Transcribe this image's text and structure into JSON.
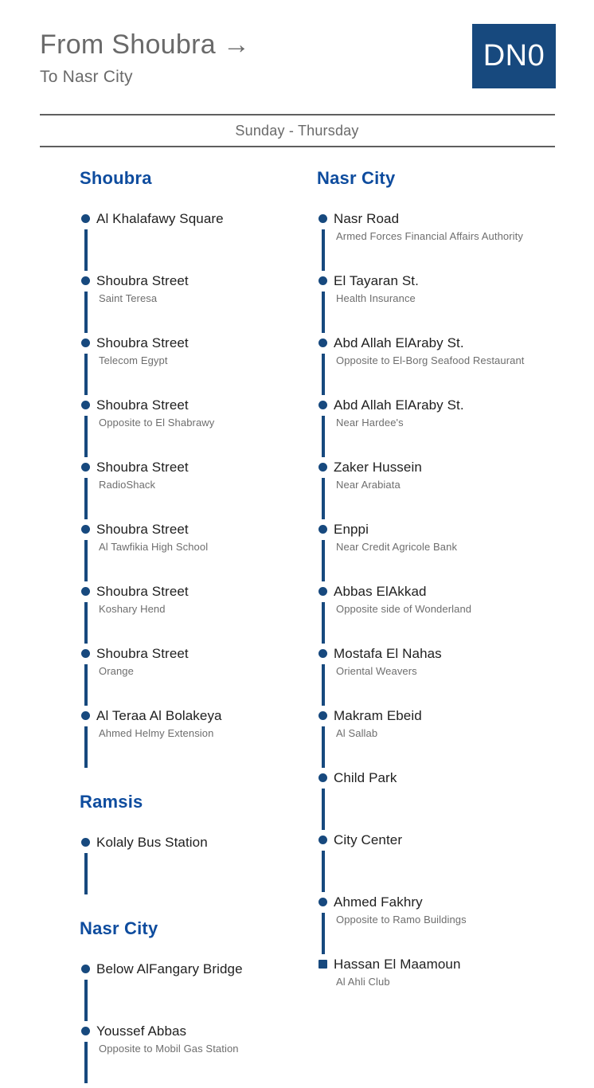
{
  "header": {
    "from_label": "From Shoubra",
    "arrow": "→",
    "to_label": "To Nasr City",
    "route_code": "DN0",
    "schedule": "Sunday - Thursday"
  },
  "colors": {
    "line_navy": "#17497E",
    "section_blue": "#0E4C9E",
    "header_gray": "#6A6A6A",
    "stop_title_ink": "#1F1F1F",
    "stop_detail_gray": "#6E6E6E",
    "divider_gray": "#5F5F5F",
    "badge_text": "#FFFFFF"
  },
  "columns": [
    {
      "side": "left",
      "sections": [
        {
          "title": "Shoubra",
          "stops": [
            {
              "name": "Al Khalafawy Square",
              "detail": "",
              "marker": "circle",
              "line_after": true
            },
            {
              "name": "Shoubra Street",
              "detail": "Saint Teresa",
              "marker": "circle",
              "line_after": true
            },
            {
              "name": "Shoubra Street",
              "detail": "Telecom Egypt",
              "marker": "circle",
              "line_after": true
            },
            {
              "name": "Shoubra Street",
              "detail": "Opposite to El Shabrawy",
              "marker": "circle",
              "line_after": true
            },
            {
              "name": "Shoubra Street",
              "detail": "RadioShack",
              "marker": "circle",
              "line_after": true
            },
            {
              "name": "Shoubra Street",
              "detail": "Al Tawfikia High School",
              "marker": "circle",
              "line_after": true
            },
            {
              "name": "Shoubra Street",
              "detail": "Koshary Hend",
              "marker": "circle",
              "line_after": true
            },
            {
              "name": "Shoubra Street",
              "detail": "Orange",
              "marker": "circle",
              "line_after": true
            },
            {
              "name": "Al Teraa Al Bolakeya",
              "detail": "Ahmed Helmy Extension",
              "marker": "circle",
              "line_after": true
            }
          ]
        },
        {
          "title": "Ramsis",
          "stops": [
            {
              "name": "Kolaly Bus Station",
              "detail": "",
              "marker": "circle",
              "line_after": true
            }
          ]
        },
        {
          "title": "Nasr City",
          "stops": [
            {
              "name": "Below AlFangary Bridge",
              "detail": "",
              "marker": "circle",
              "line_after": true
            },
            {
              "name": "Youssef Abbas",
              "detail": "Opposite to Mobil Gas Station",
              "marker": "circle",
              "line_after": true
            }
          ]
        }
      ]
    },
    {
      "side": "right",
      "sections": [
        {
          "title": "Nasr City",
          "stops": [
            {
              "name": "Nasr Road",
              "detail": "Armed Forces Financial Affairs Authority",
              "marker": "circle",
              "line_after": true
            },
            {
              "name": "El Tayaran St.",
              "detail": "Health Insurance",
              "marker": "circle",
              "line_after": true
            },
            {
              "name": "Abd Allah ElAraby St.",
              "detail": "Opposite to El-Borg Seafood Restaurant",
              "marker": "circle",
              "line_after": true
            },
            {
              "name": "Abd Allah ElAraby St.",
              "detail": "Near Hardee's",
              "marker": "circle",
              "line_after": true
            },
            {
              "name": "Zaker Hussein",
              "detail": "Near Arabiata",
              "marker": "circle",
              "line_after": true
            },
            {
              "name": "Enppi",
              "detail": "Near Credit Agricole Bank",
              "marker": "circle",
              "line_after": true
            },
            {
              "name": "Abbas ElAkkad",
              "detail": "Opposite side of Wonderland",
              "marker": "circle",
              "line_after": true
            },
            {
              "name": "Mostafa El Nahas",
              "detail": "Oriental Weavers",
              "marker": "circle",
              "line_after": true
            },
            {
              "name": "Makram Ebeid",
              "detail": "Al Sallab",
              "marker": "circle",
              "line_after": true
            },
            {
              "name": "Child Park",
              "detail": "",
              "marker": "circle",
              "line_after": true
            },
            {
              "name": "City Center",
              "detail": "",
              "marker": "circle",
              "line_after": true
            },
            {
              "name": "Ahmed Fakhry",
              "detail": "Opposite to Ramo Buildings",
              "marker": "circle",
              "line_after": true
            },
            {
              "name": "Hassan El Maamoun",
              "detail": "Al Ahli Club",
              "marker": "square",
              "line_after": false
            }
          ]
        }
      ]
    }
  ]
}
